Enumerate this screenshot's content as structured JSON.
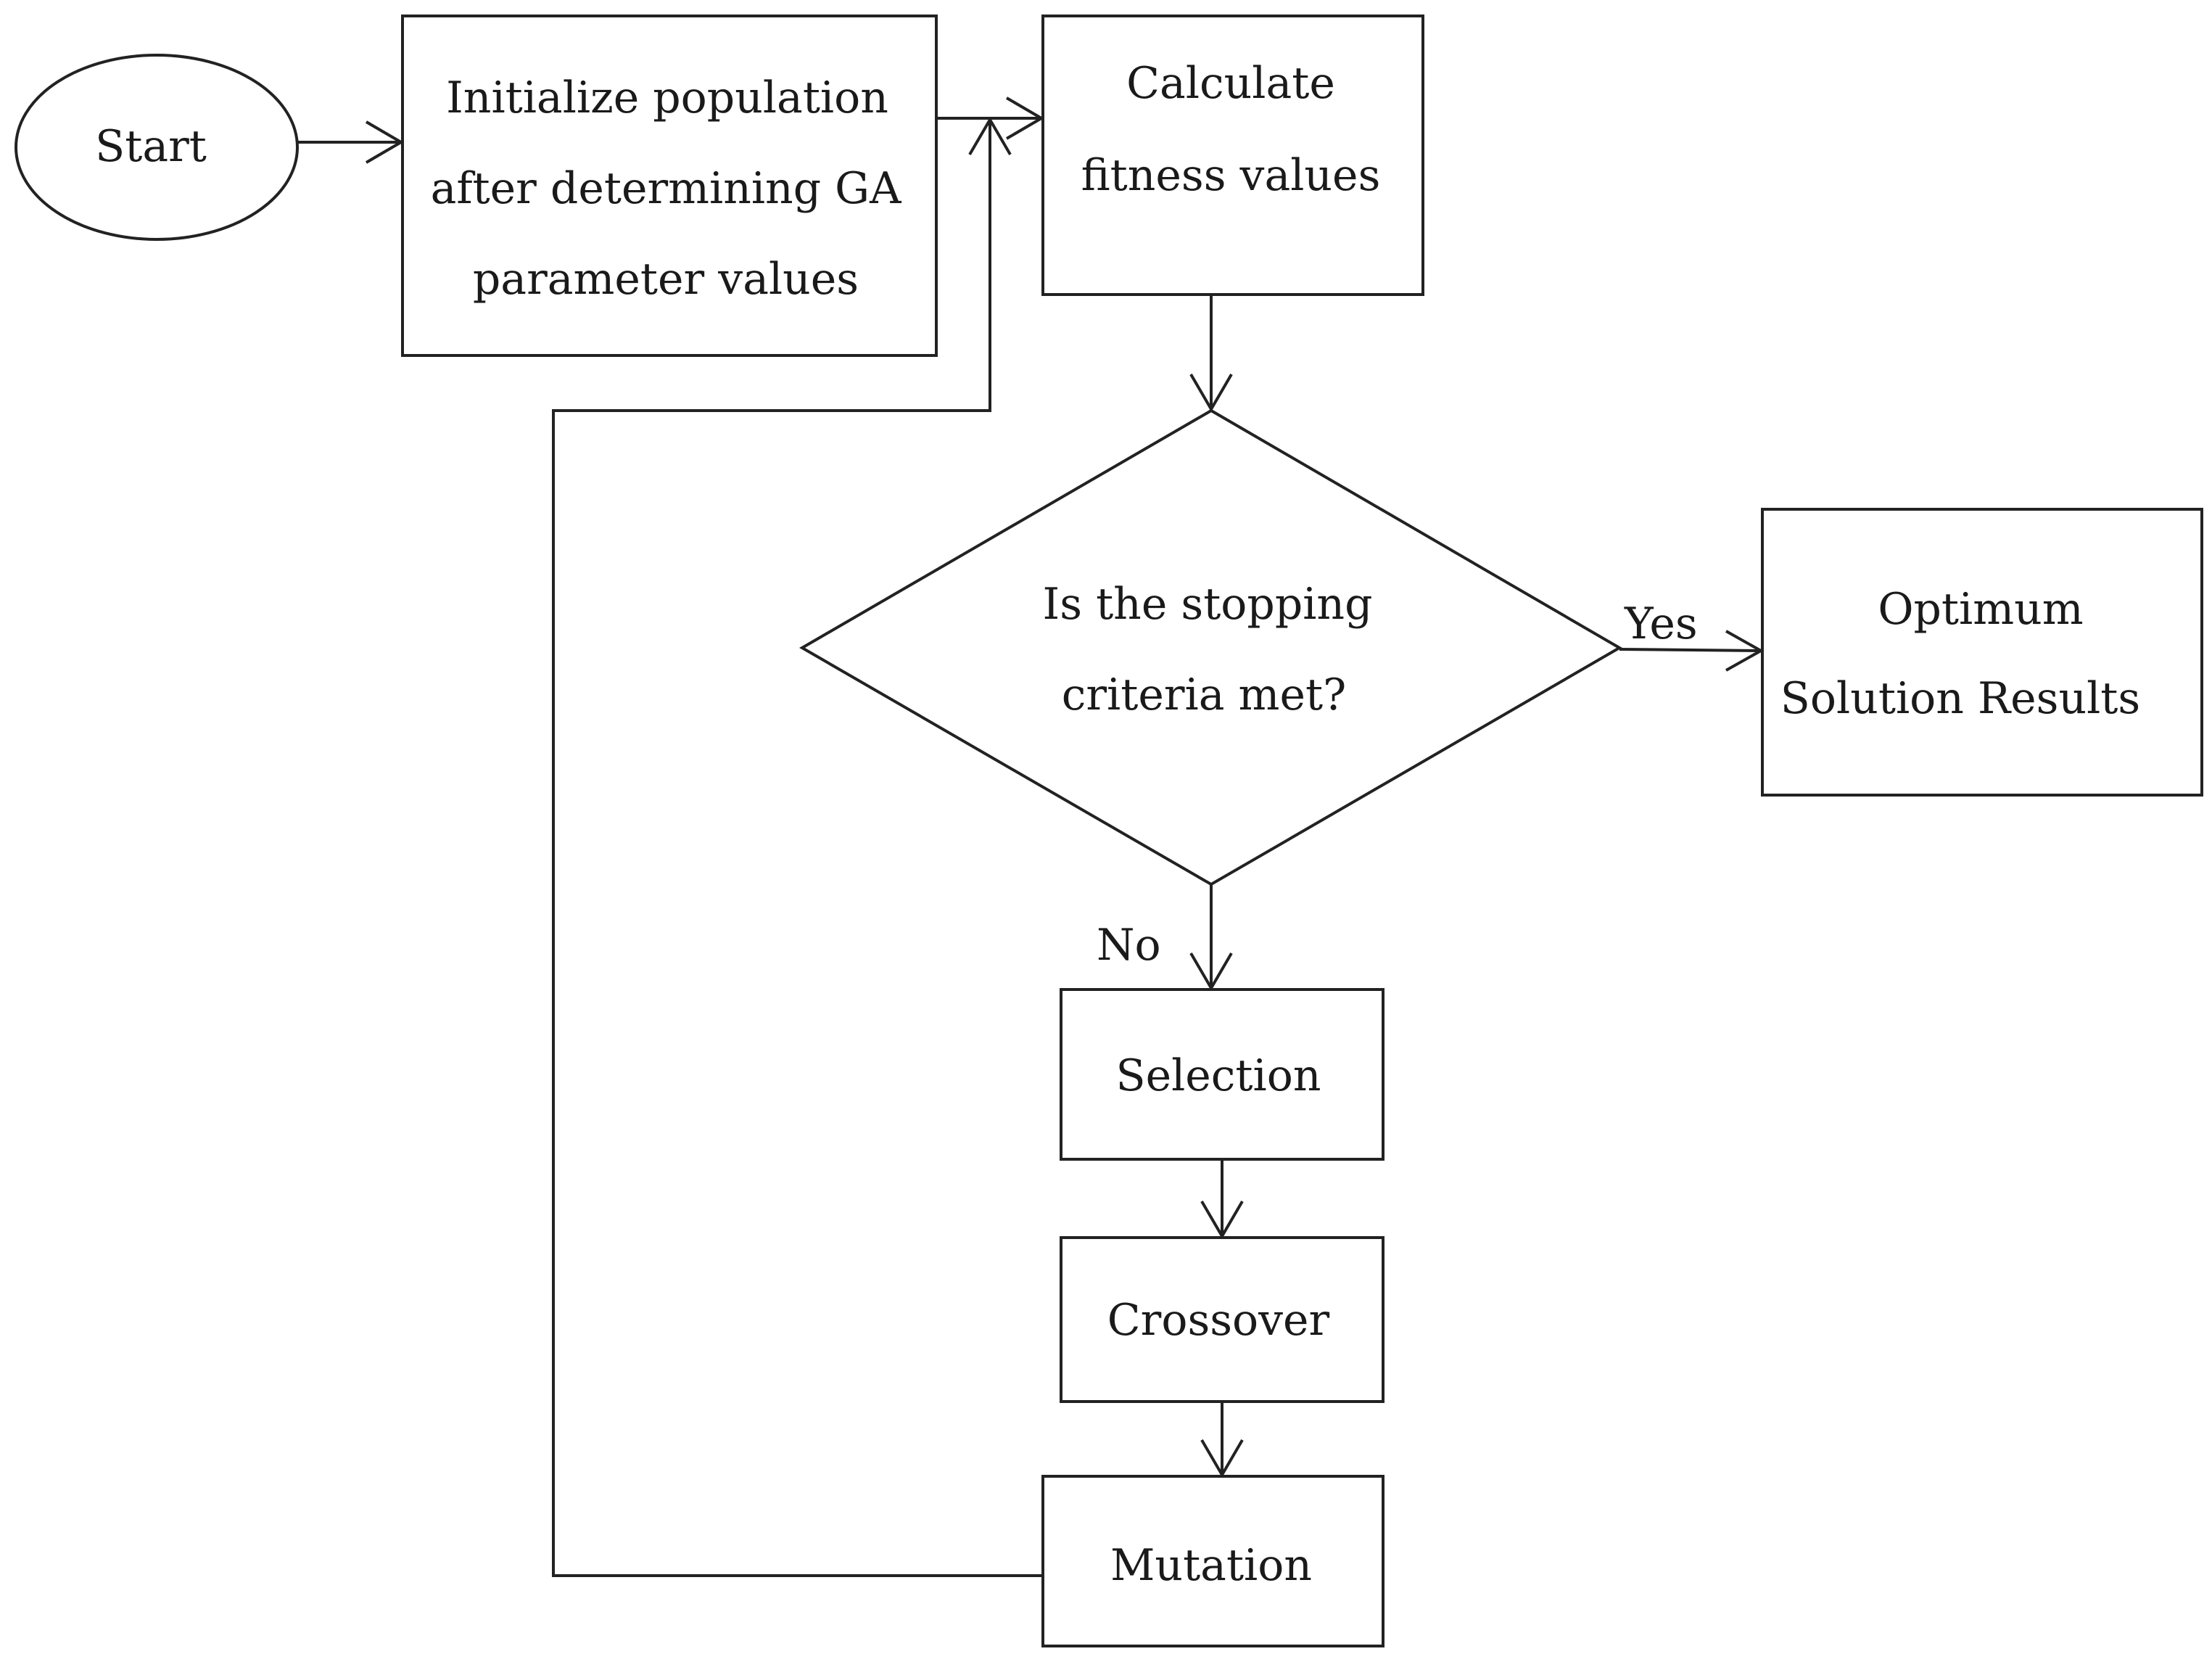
{
  "nodes": {
    "start": {
      "label": "Start"
    },
    "initialize": {
      "lines": [
        "Initialize population",
        "after determining GA",
        "parameter values"
      ]
    },
    "calculate": {
      "lines": [
        "Calculate",
        "fitness values"
      ]
    },
    "decision": {
      "lines": [
        "Is the stopping",
        "criteria met?"
      ]
    },
    "optimum": {
      "lines": [
        "Optimum",
        "Solution Results"
      ]
    },
    "selection": {
      "label": "Selection"
    },
    "crossover": {
      "label": "Crossover"
    },
    "mutation": {
      "label": "Mutation"
    }
  },
  "edges": {
    "yes_label": "Yes",
    "no_label": "No"
  }
}
